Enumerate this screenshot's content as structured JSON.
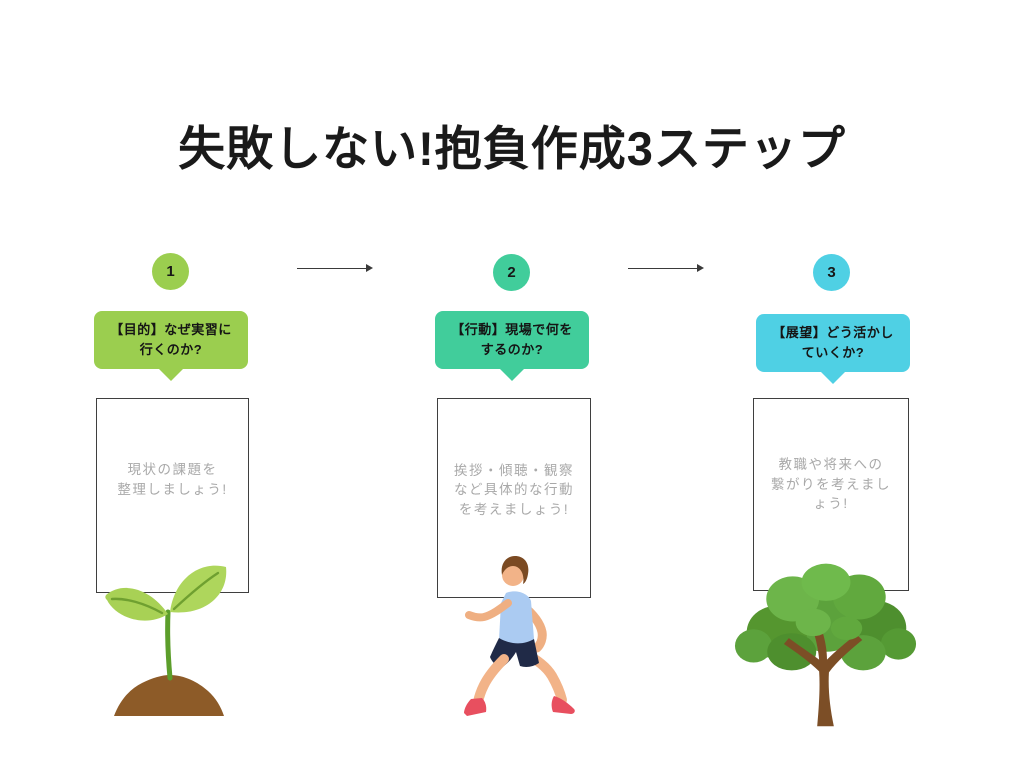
{
  "title": "失敗しない!抱負作成3ステップ",
  "colors": {
    "title_text": "#1a1a1a",
    "arrow": "#3a3a3a",
    "box_border": "#3f3f3f",
    "note_text": "#a9a9a9",
    "step1_accent": "#9bce4f",
    "step2_accent": "#41cd9b",
    "step3_accent": "#4fd0e4"
  },
  "steps": [
    {
      "number": "1",
      "accent": "#9bce4f",
      "bubble_label": "【目的】なぜ実習に\n行くのか?",
      "note": "現状の課題を\n整理しましょう!",
      "illustration": "sprout-seedling"
    },
    {
      "number": "2",
      "accent": "#41cd9b",
      "bubble_label": "【行動】現場で何を\nするのか?",
      "note": "挨拶・傾聴・観察\nなど具体的な行動\nを考えましょう!",
      "illustration": "running-man"
    },
    {
      "number": "3",
      "accent": "#4fd0e4",
      "bubble_label": "【展望】どう活かし\nていくか?",
      "note": "教職や将来への\n繋がりを考えまし\nょう!",
      "illustration": "tree"
    }
  ]
}
